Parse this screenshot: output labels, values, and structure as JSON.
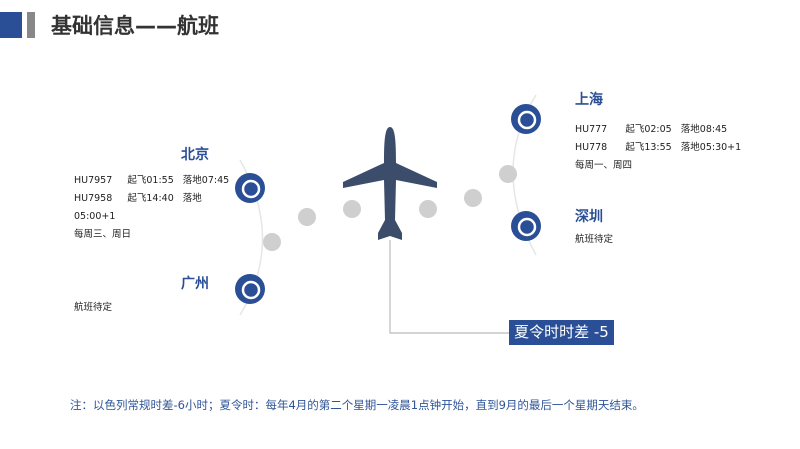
{
  "header": {
    "title": "基础信息——航班",
    "accent": "#2a4f96"
  },
  "cities": [
    {
      "name": "北京",
      "lines": [
        "HU7957     起飞01:55   落地07:45",
        "HU7958     起飞14:40   落地",
        "05:00+1",
        "每周三、周日"
      ]
    },
    {
      "name": "广州",
      "lines": [
        "航班待定"
      ]
    },
    {
      "name": "上海",
      "lines": [
        "HU777      起飞02:05   落地08:45",
        "HU778      起飞13:55   落地05:30+1",
        "每周一、周四"
      ]
    },
    {
      "name": "深圳",
      "lines": [
        "航班待定"
      ]
    }
  ],
  "timezone_label": "夏令时时差 -5",
  "note": "注：以色列常规时差-6小时；夏令时：每年4月的第二个星期一凌晨1点钟开始，直到9月的最后一个星期天结束。",
  "icons": {
    "clock": "history-clock-icon",
    "plane": "airplane-icon"
  }
}
